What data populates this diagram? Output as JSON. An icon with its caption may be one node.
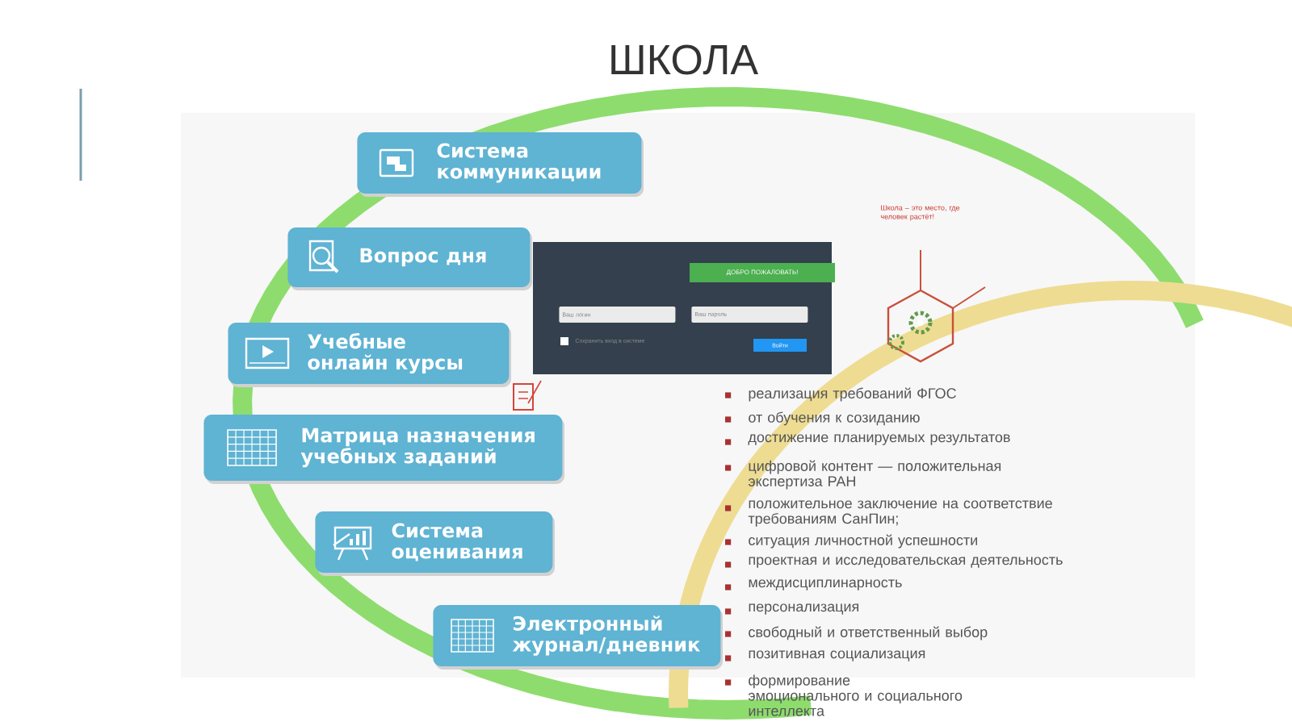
{
  "diagram": {
    "title": "ШКОЛА",
    "nodes": [
      {
        "text": [
          "Система коммуникации"
        ]
      },
      {
        "text": [
          "Вопрос дня"
        ]
      },
      {
        "text": [
          "Учебные онлайн курсы"
        ]
      },
      {
        "text": [
          "Матрица назначения учебных заданий"
        ]
      },
      {
        "text": [
          "Система оценивания"
        ]
      },
      {
        "text": [
          "Электронный журнал/дневник"
        ]
      }
    ],
    "labels": [
      "ДОБРО ПОЖАЛОВАТЬ!",
      "Ваш логин",
      "Ваш пароль",
      "Сохранить вход в системе",
      "Войти",
      "Школа – это место, где человек растёт!",
      "реализация требований ФГОС",
      "от обучения к созиданию",
      "достижение планируемых результатов",
      "цифровой контент — положительная экспертиза РАН",
      "положительное заключение на соответствие требованиям СанПин;",
      "ситуация личностной успешности",
      "проектная и исследовательская деятельность",
      "междисциплинарность",
      "персонализация",
      "свободный и ответственный выбор",
      "позитивная социализация",
      "формирование эмоционального и социального интеллекта"
    ]
  }
}
